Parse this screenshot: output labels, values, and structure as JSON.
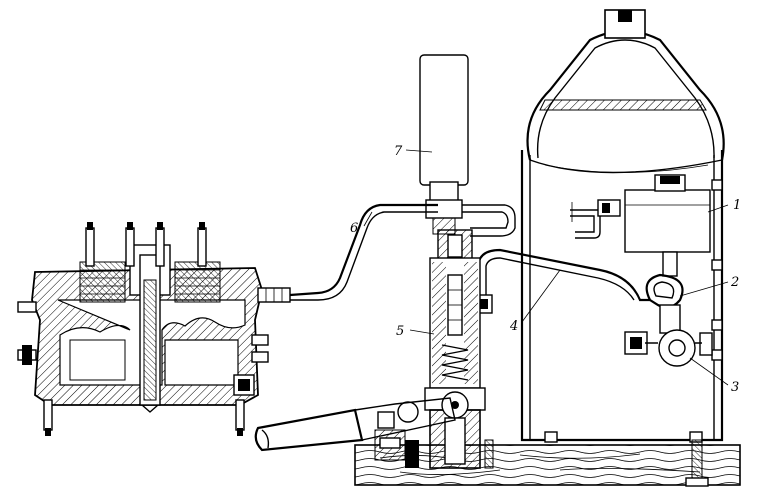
{
  "diagram": {
    "callouts": [
      {
        "id": "1",
        "text": "1"
      },
      {
        "id": "2",
        "text": "2"
      },
      {
        "id": "3",
        "text": "3"
      },
      {
        "id": "4",
        "text": "4"
      },
      {
        "id": "5",
        "text": "5"
      },
      {
        "id": "6",
        "text": "6"
      },
      {
        "id": "7",
        "text": "7"
      }
    ],
    "stroke_color": "#000000",
    "background_color": "#ffffff"
  }
}
